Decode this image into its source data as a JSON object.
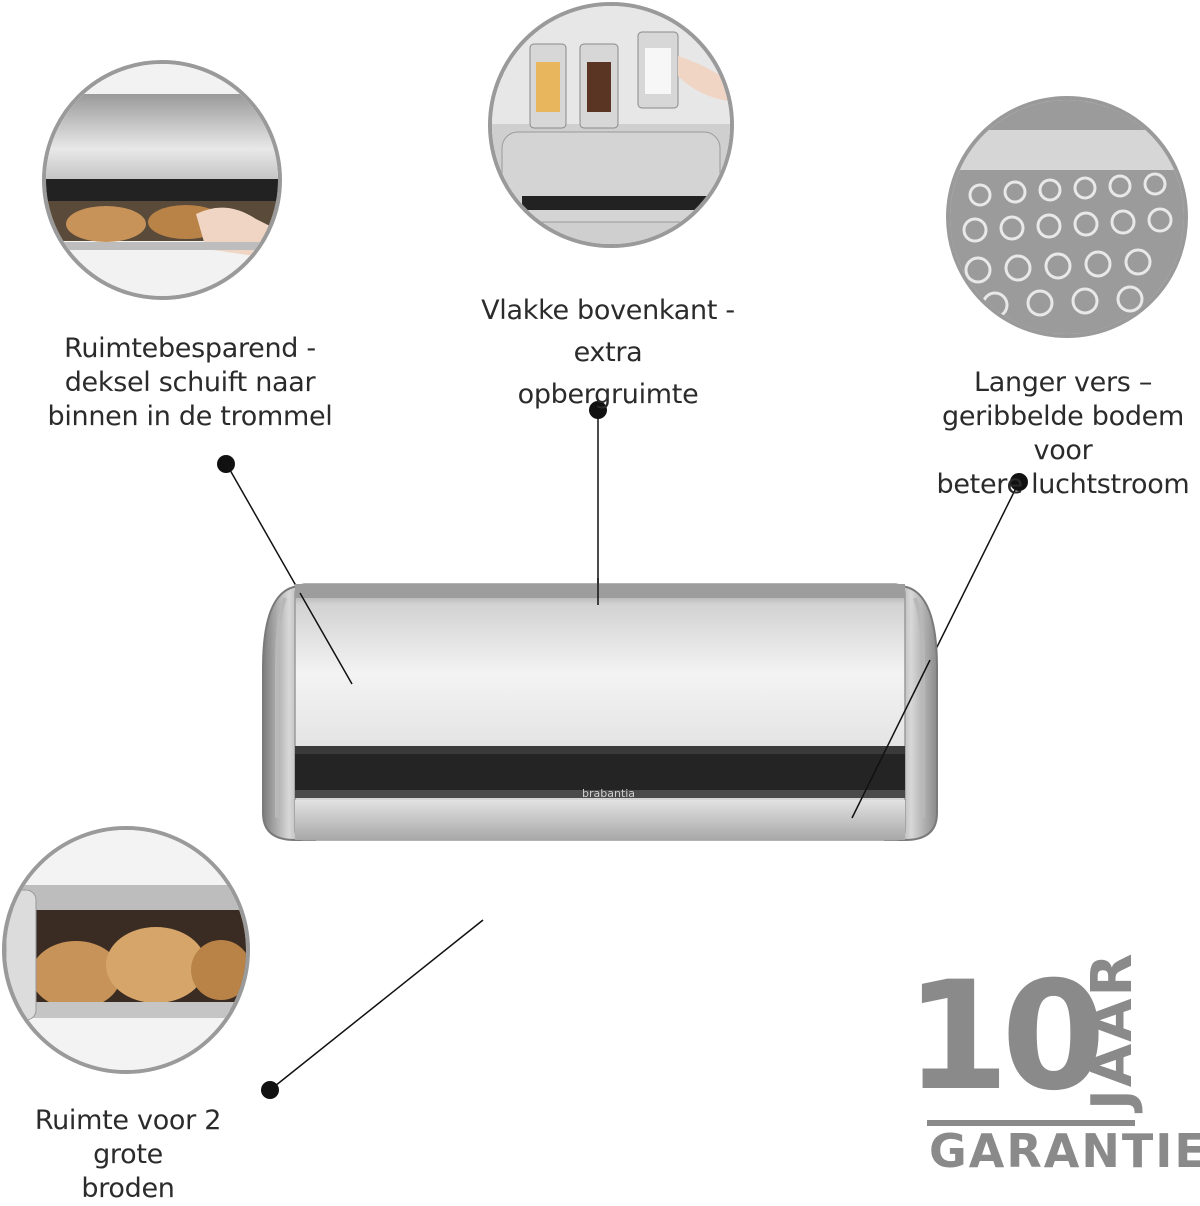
{
  "captions": {
    "top_left": "Ruimtebesparend -\ndeksel schuift naar\nbinnen in de trommel",
    "top_center": "Vlakke bovenkant - extra\nopbergruimte",
    "right": "Langer vers –\ngeribbelde bodem voor\nbetere luchtstroom",
    "bottom_left": "Ruimte voor 2 grote\nbroden"
  },
  "product": {
    "brand": "brabantia"
  },
  "guarantee": {
    "number": "10",
    "unit": "JAAR",
    "label": "GARANTIE"
  },
  "colors": {
    "steel_light": "#eeeeee",
    "steel_dark": "#8c8c8c",
    "band": "#1e1e1e",
    "badge": "#8a8a8a"
  }
}
